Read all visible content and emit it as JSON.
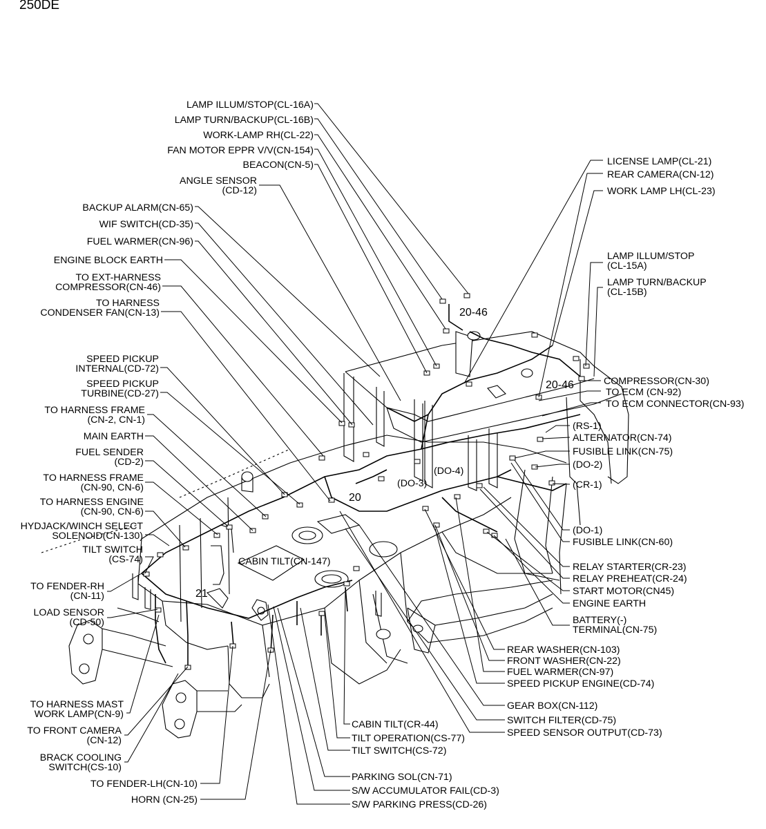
{
  "title": "250DE",
  "diagram": {
    "labels_left": [
      "LAMP ILLUM/STOP(CL-16A)",
      "LAMP TURN/BACKUP(CL-16B)",
      "WORK-LAMP RH(CL-22)",
      "FAN MOTOR EPPR V/V(CN-154)",
      "BEACON(CN-5)",
      "ANGLE SENSOR",
      "(CD-12)",
      "BACKUP ALARM(CN-65)",
      "WIF SWITCH(CD-35)",
      "FUEL WARMER(CN-96)",
      "ENGINE BLOCK EARTH",
      "TO EXT-HARNESS",
      "COMPRESSOR(CN-46)",
      "TO HARNESS",
      "CONDENSER FAN(CN-13)",
      "SPEED PICKUP",
      "INTERNAL(CD-72)",
      "SPEED PICKUP",
      "TURBINE(CD-27)",
      "TO HARNESS FRAME",
      "(CN-2, CN-1)",
      "MAIN EARTH",
      "FUEL SENDER",
      "(CD-2)",
      "TO HARNESS FRAME",
      "(CN-90, CN-6)",
      "TO HARNESS ENGINE",
      "(CN-90, CN-6)",
      "HYDJACK/WINCH SELECT",
      "SOLENOID(CN-130)",
      "TILT SWITCH",
      "(CS-74)",
      "TO FENDER-RH",
      "(CN-11)",
      "LOAD SENSOR",
      "(CD-50)",
      "TO HARNESS MAST",
      "WORK LAMP(CN-9)",
      "TO FRONT CAMERA",
      "(CN-12)",
      "BRACK COOLING",
      "SWITCH(CS-10)",
      "TO FENDER-LH(CN-10)",
      "HORN (CN-25)"
    ],
    "labels_right": [
      "LICENSE LAMP(CL-21)",
      "REAR CAMERA(CN-12)",
      "WORK LAMP LH(CL-23)",
      "LAMP ILLUM/STOP",
      "(CL-15A)",
      "LAMP TURN/BACKUP",
      "(CL-15B)",
      "COMPRESSOR(CN-30)",
      "TO ECM (CN-92)",
      "TO ECM CONNECTOR(CN-93)",
      "(RS-1)",
      "ALTERNATOR(CN-74)",
      "FUSIBLE LINK(CN-75)",
      "(DO-2)",
      "(CR-1)",
      "(DO-1)",
      "FUSIBLE LINK(CN-60)",
      "RELAY STARTER(CR-23)",
      "RELAY PREHEAT(CR-24)",
      "START MOTOR(CN45)",
      "ENGINE EARTH",
      "BATTERY(-)",
      "TERMINAL(CN-75)"
    ],
    "labels_bottom": [
      "REAR WASHER(CN-103)",
      "FRONT WASHER(CN-22)",
      "FUEL WARMER(CN-97)",
      "SPEED PICKUP ENGINE(CD-74)",
      "GEAR BOX(CN-112)",
      "SWITCH FILTER(CD-75)",
      "SPEED SENSOR OUTPUT(CD-73)",
      "CABIN TILT(CR-44)",
      "TILT OPERATION(CS-77)",
      "TILT SWITCH(CS-72)",
      "PARKING SOL(CN-71)",
      "S/W ACCUMULATOR FAIL(CD-3)",
      "S/W PARKING PRESS(CD-26)"
    ],
    "labels_inside": [
      "20-46",
      "20-46",
      "20",
      "(DO-4)",
      "(DO-3)",
      "CABIN TILT(CN-147)",
      "21"
    ]
  }
}
